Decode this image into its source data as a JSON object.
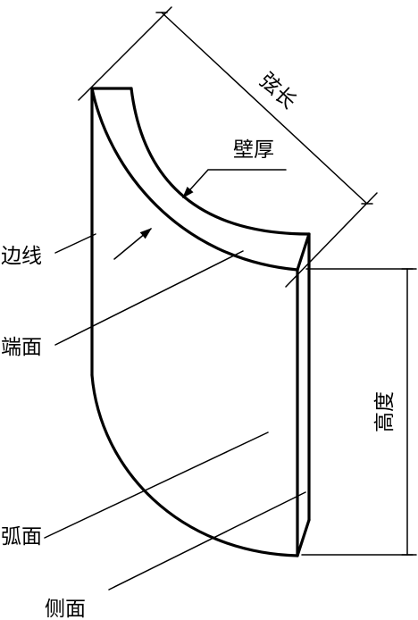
{
  "labels": {
    "chord_length": "弦长",
    "wall_thickness": "壁厚",
    "edge_line": "边线",
    "end_face": "端面",
    "height": "高度",
    "arc_face": "弧面",
    "side_face": "侧面"
  },
  "colors": {
    "line": "#000000",
    "background": "#ffffff"
  }
}
